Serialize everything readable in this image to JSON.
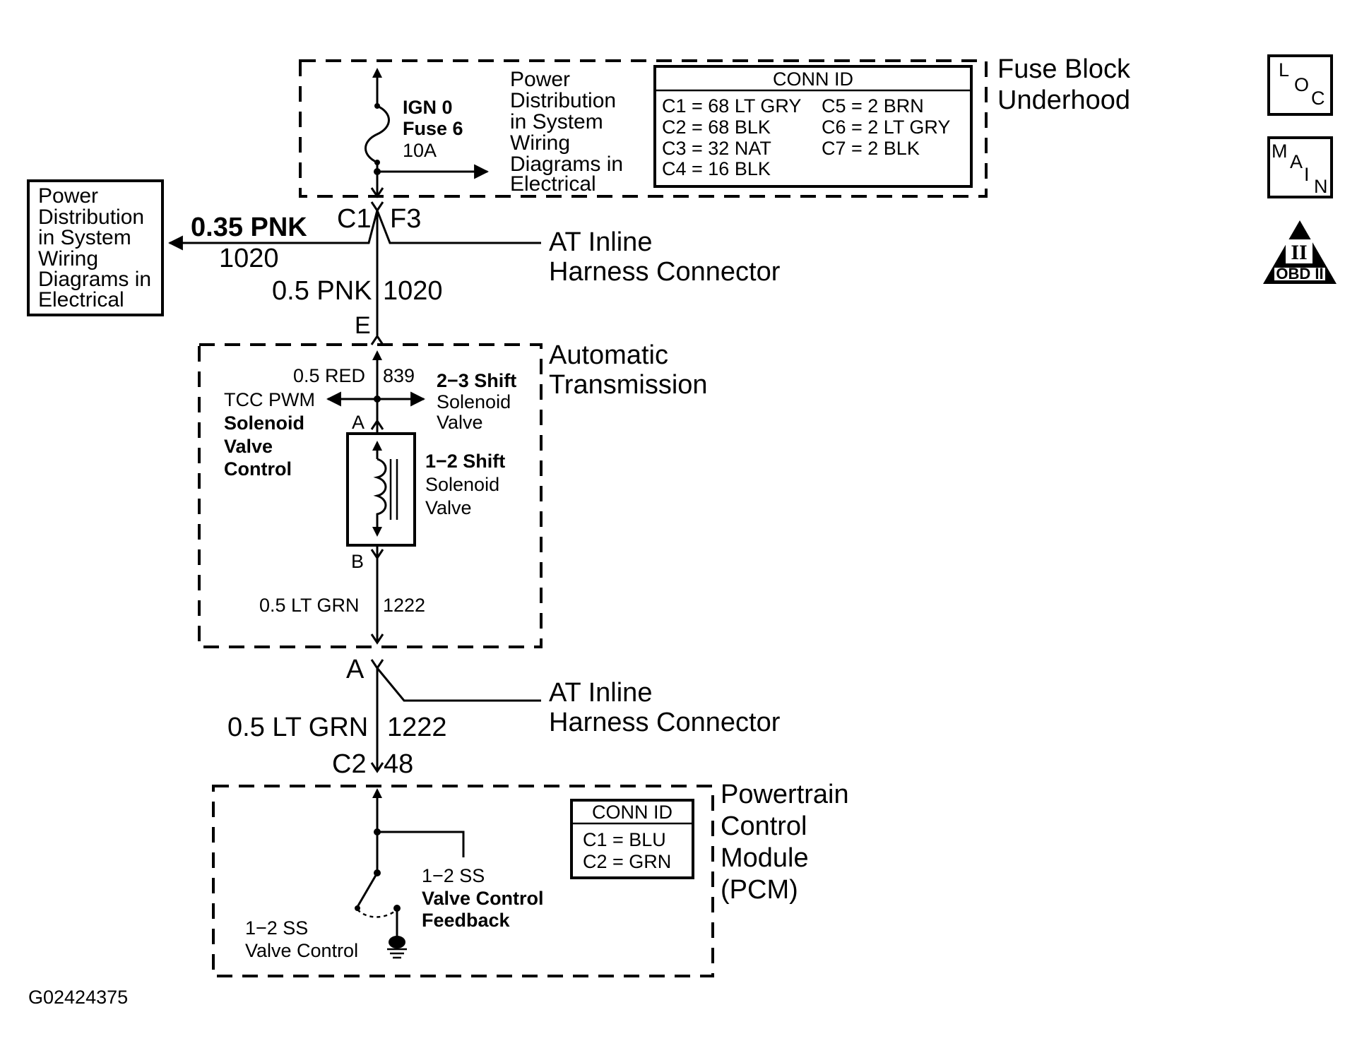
{
  "fuse_block": {
    "name_lines": [
      "Fuse Block",
      "Underhood"
    ],
    "fuse_lines": [
      "IGN 0",
      "Fuse 6",
      "10A"
    ],
    "power_lines": [
      "Power",
      "Distribution",
      "in System",
      "Wiring",
      "Diagrams in",
      "Electrical"
    ],
    "conn_id": {
      "title": "CONN ID",
      "col1": [
        "C1 = 68 LT GRY",
        "C2 = 68 BLK",
        "C3 = 32 NAT",
        "C4 = 16 BLK"
      ],
      "col2": [
        "C5 = 2 BRN",
        "C6 = 2 LT GRY",
        "C7 = 2 BLK"
      ]
    }
  },
  "power_box": {
    "lines": [
      "Power",
      "Distribution",
      "in System",
      "Wiring",
      "Diagrams in",
      "Electrical"
    ]
  },
  "top_connector": {
    "conn": "C1",
    "pin": "F3",
    "side_wire_gauge": "0.35 PNK",
    "side_wire_circuit": "1020",
    "label_lines": [
      "AT Inline",
      "Harness Connector"
    ]
  },
  "wire_upper": {
    "gauge": "0.5 PNK",
    "circuit": "1020"
  },
  "pin_e": "E",
  "transmission": {
    "name_lines": [
      "Automatic",
      "Transmission"
    ],
    "wire_top_gauge": "0.5 RED",
    "wire_top_circuit": "839",
    "left_branch_lines": [
      "TCC PWM",
      "Solenoid",
      "Valve",
      "Control"
    ],
    "right_branch_lines": [
      "2−3 Shift",
      "Solenoid",
      "Valve"
    ],
    "pin_a": "A",
    "pin_b": "B",
    "solenoid_lines": [
      "1−2 Shift",
      "Solenoid",
      "Valve"
    ],
    "wire_bottom_gauge": "0.5 LT GRN",
    "wire_bottom_circuit": "1222"
  },
  "lower_connector": {
    "pin": "A",
    "label_lines": [
      "AT Inline",
      "Harness Connector"
    ]
  },
  "wire_lower": {
    "gauge": "0.5 LT GRN",
    "circuit": "1222"
  },
  "pcm_connector": {
    "conn": "C2",
    "pin": "48"
  },
  "pcm": {
    "name_lines": [
      "Powertrain",
      "Control",
      "Module",
      "(PCM)"
    ],
    "conn_id": {
      "title": "CONN ID",
      "rows": [
        "C1 = BLU",
        "C2 = GRN"
      ]
    },
    "feedback_lines": [
      "1−2 SS",
      "Valve Control",
      "Feedback"
    ],
    "control_lines": [
      "1−2 SS",
      "Valve Control"
    ]
  },
  "icons": {
    "loc": [
      "L",
      "O",
      "C"
    ],
    "main": [
      "M",
      "A",
      "I",
      "N"
    ],
    "obd_numeral": "II",
    "obd_label": "OBD II"
  },
  "figure_id": "G02424375"
}
